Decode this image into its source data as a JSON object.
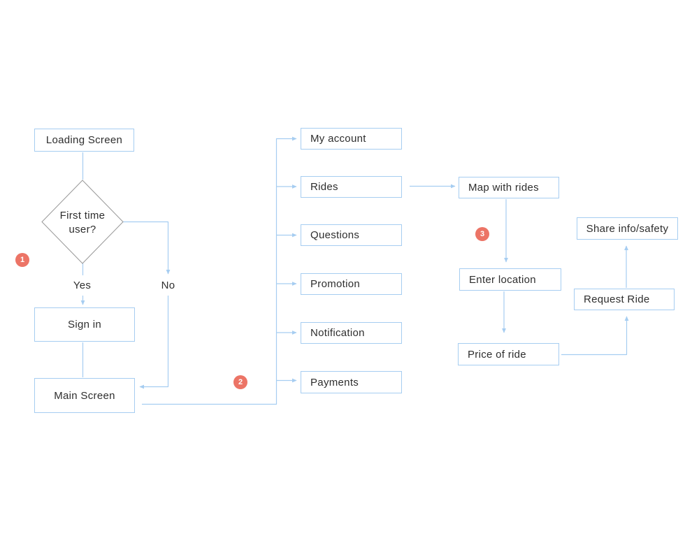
{
  "flow": {
    "nodes": {
      "loading_screen": "Loading Screen",
      "first_time_user": "First time user?",
      "yes_label": "Yes",
      "no_label": "No",
      "sign_in": "Sign in",
      "main_screen": "Main Screen",
      "my_account": "My account",
      "rides": "Rides",
      "questions": "Questions",
      "promotion": "Promotion",
      "notification": "Notification",
      "payments": "Payments",
      "map_with_rides": "Map with rides",
      "enter_location": "Enter location",
      "price_of_ride": "Price of ride",
      "share_info_safety": "Share info/safety",
      "request_ride": "Request Ride"
    },
    "badges": [
      "1",
      "2",
      "3"
    ],
    "colors": {
      "connector": "#a6cdf1",
      "box_border": "#a6cdf1",
      "diamond_border": "#999999",
      "badge_background": "#ec7466",
      "badge_text": "#ffffff",
      "text": "#2e2e2e",
      "background": "#ffffff"
    }
  }
}
